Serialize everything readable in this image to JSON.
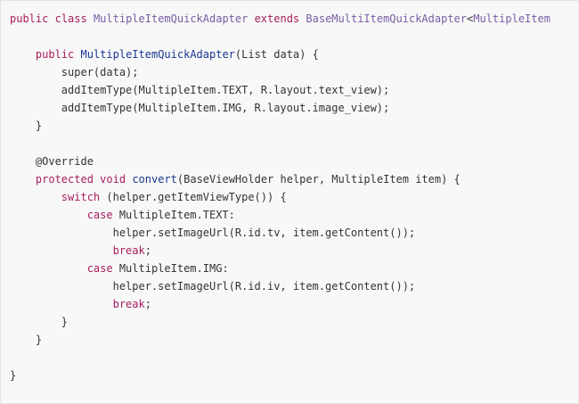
{
  "code_lines": [
    {
      "indent": 0,
      "tokens": [
        {
          "t": "kw",
          "v": "public"
        },
        {
          "t": "plain",
          "v": " "
        },
        {
          "t": "kw",
          "v": "class"
        },
        {
          "t": "plain",
          "v": " "
        },
        {
          "t": "cls",
          "v": "MultipleItemQuickAdapter"
        },
        {
          "t": "plain",
          "v": " "
        },
        {
          "t": "kw",
          "v": "extends"
        },
        {
          "t": "plain",
          "v": " "
        },
        {
          "t": "cls",
          "v": "BaseMultiItemQuickAdapter"
        },
        {
          "t": "punct",
          "v": "<"
        },
        {
          "t": "cls",
          "v": "MultipleItem"
        }
      ]
    },
    {
      "indent": 0,
      "tokens": []
    },
    {
      "indent": 4,
      "tokens": [
        {
          "t": "kw",
          "v": "public"
        },
        {
          "t": "plain",
          "v": " "
        },
        {
          "t": "fn",
          "v": "MultipleItemQuickAdapter"
        },
        {
          "t": "punct",
          "v": "("
        },
        {
          "t": "plain",
          "v": "List data"
        },
        {
          "t": "punct",
          "v": ") {"
        }
      ]
    },
    {
      "indent": 8,
      "tokens": [
        {
          "t": "plain",
          "v": "super(data);"
        }
      ]
    },
    {
      "indent": 8,
      "tokens": [
        {
          "t": "plain",
          "v": "addItemType(MultipleItem.TEXT, R.layout.text_view);"
        }
      ]
    },
    {
      "indent": 8,
      "tokens": [
        {
          "t": "plain",
          "v": "addItemType(MultipleItem.IMG, R.layout.image_view);"
        }
      ]
    },
    {
      "indent": 4,
      "tokens": [
        {
          "t": "punct",
          "v": "}"
        }
      ]
    },
    {
      "indent": 0,
      "tokens": []
    },
    {
      "indent": 4,
      "tokens": [
        {
          "t": "ann",
          "v": "@Override"
        }
      ]
    },
    {
      "indent": 4,
      "tokens": [
        {
          "t": "kw",
          "v": "protected"
        },
        {
          "t": "plain",
          "v": " "
        },
        {
          "t": "kw",
          "v": "void"
        },
        {
          "t": "plain",
          "v": " "
        },
        {
          "t": "fn",
          "v": "convert"
        },
        {
          "t": "punct",
          "v": "("
        },
        {
          "t": "plain",
          "v": "BaseViewHolder helper, MultipleItem item"
        },
        {
          "t": "punct",
          "v": ") {"
        }
      ]
    },
    {
      "indent": 8,
      "tokens": [
        {
          "t": "kw",
          "v": "switch"
        },
        {
          "t": "plain",
          "v": " (helper.getItemViewType()) {"
        }
      ]
    },
    {
      "indent": 12,
      "tokens": [
        {
          "t": "kw",
          "v": "case"
        },
        {
          "t": "plain",
          "v": " MultipleItem.TEXT:"
        }
      ]
    },
    {
      "indent": 16,
      "tokens": [
        {
          "t": "plain",
          "v": "helper.setImageUrl(R.id.tv, item.getContent());"
        }
      ]
    },
    {
      "indent": 16,
      "tokens": [
        {
          "t": "kw",
          "v": "break"
        },
        {
          "t": "punct",
          "v": ";"
        }
      ]
    },
    {
      "indent": 12,
      "tokens": [
        {
          "t": "kw",
          "v": "case"
        },
        {
          "t": "plain",
          "v": " MultipleItem.IMG:"
        }
      ]
    },
    {
      "indent": 16,
      "tokens": [
        {
          "t": "plain",
          "v": "helper.setImageUrl(R.id.iv, item.getContent());"
        }
      ]
    },
    {
      "indent": 16,
      "tokens": [
        {
          "t": "kw",
          "v": "break"
        },
        {
          "t": "punct",
          "v": ";"
        }
      ]
    },
    {
      "indent": 8,
      "tokens": [
        {
          "t": "punct",
          "v": "}"
        }
      ]
    },
    {
      "indent": 4,
      "tokens": [
        {
          "t": "punct",
          "v": "}"
        }
      ]
    },
    {
      "indent": 0,
      "tokens": []
    },
    {
      "indent": 0,
      "tokens": [
        {
          "t": "punct",
          "v": "}"
        }
      ]
    }
  ]
}
